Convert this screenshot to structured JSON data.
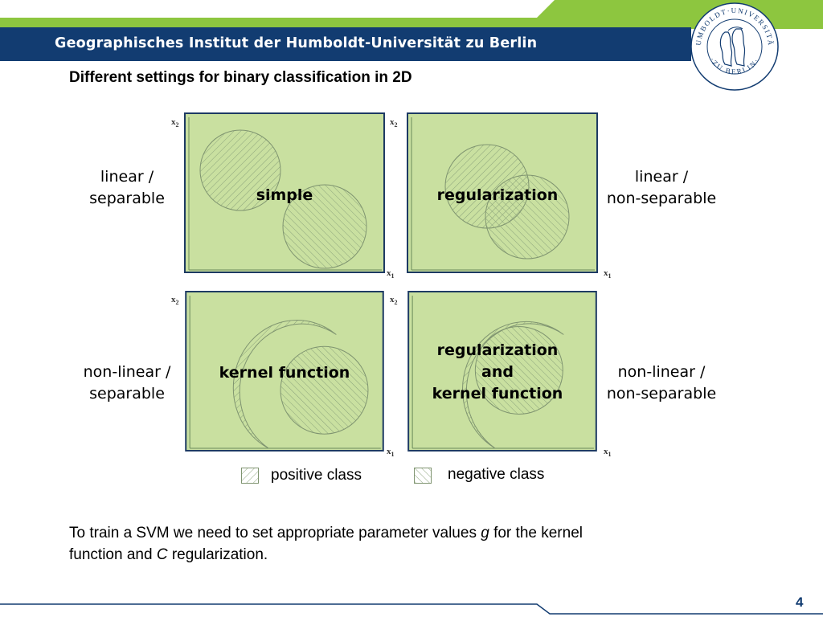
{
  "header": {
    "title": "Geographisches Institut der Humboldt-Universität zu Berlin",
    "seal_text_top": "HUMBOLDT-UNIVERSITÄT",
    "seal_text_bottom": "ZU BERLIN",
    "colors": {
      "navy": "#123c71",
      "green": "#8dc63f"
    }
  },
  "slide": {
    "heading": "Different settings for binary classification in 2D",
    "panels": [
      {
        "label": "simple",
        "left_label_1": "linear /",
        "left_label_2": "separable"
      },
      {
        "label": "regularization",
        "right_label_1": "linear /",
        "right_label_2": "non-separable"
      },
      {
        "label": "kernel function",
        "left_label_1": "non-linear /",
        "left_label_2": "separable"
      },
      {
        "label_1": "regularization",
        "label_2": "and",
        "label_3": "kernel function",
        "right_label_1": "non-linear /",
        "right_label_2": "non-separable"
      }
    ],
    "axes": {
      "x": "x",
      "x_sub": "1",
      "y": "x",
      "y_sub": "2"
    },
    "legend": {
      "positive": "positive class",
      "negative": "negative class"
    },
    "body_parts": {
      "p1": "To train a SVM we need to set appropriate parameter values ",
      "g": "g",
      "p2": " for the kernel",
      "p3": "function and ",
      "c": "C",
      "p4": " regularization."
    },
    "panel_fill": "#c9e0a0",
    "panel_border": "#1d3a63"
  },
  "footer": {
    "page": "4"
  }
}
